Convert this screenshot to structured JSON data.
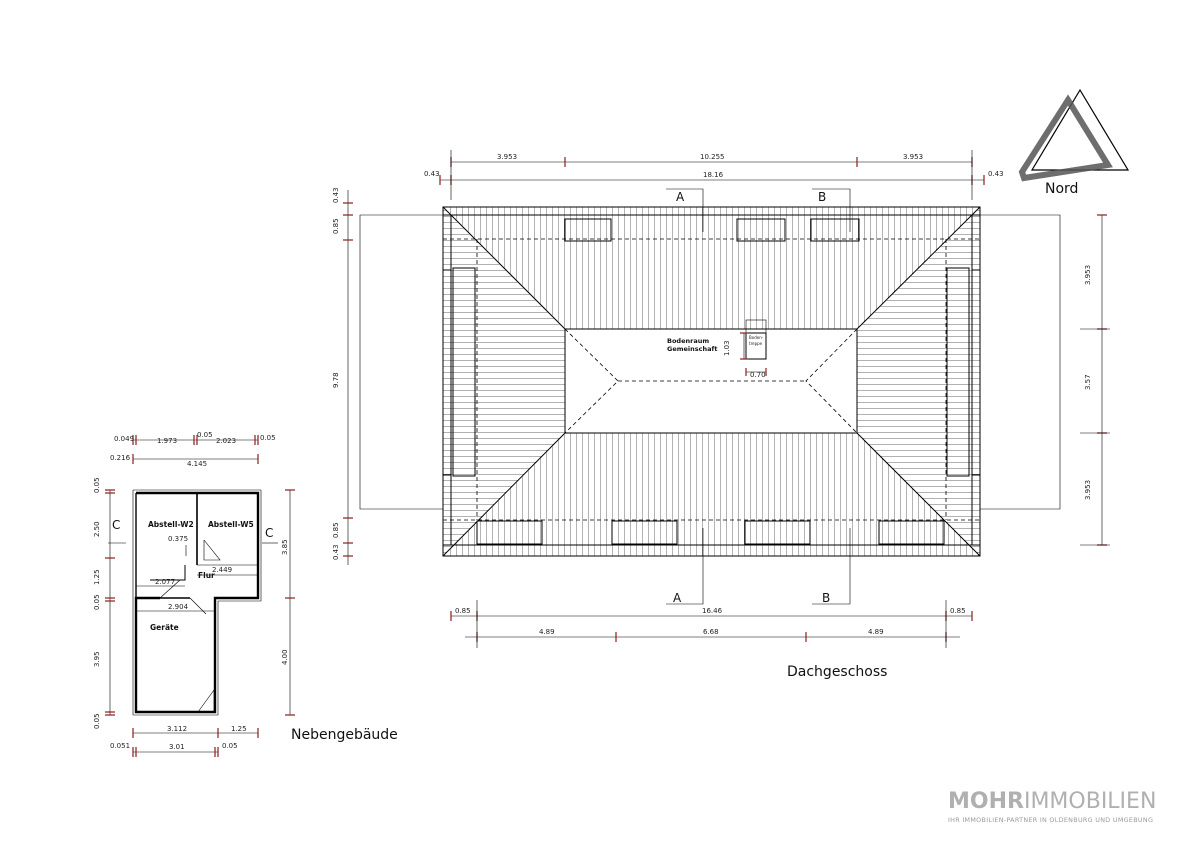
{
  "north": {
    "label": "Nord"
  },
  "main_plan": {
    "title": "Dachgeschoss",
    "room_label_1": "Bodenraum",
    "room_label_2": "Gemeinschaft",
    "stair_label_1": "Boden-",
    "stair_label_2": "treppe",
    "section_a": "A",
    "section_b": "B",
    "dims_top_row1": [
      "3.953",
      "10.255",
      "3.953"
    ],
    "dims_top_row2": [
      "0.43",
      "18.16",
      "0.43"
    ],
    "dims_bottom_row1": [
      "0.85",
      "16.46",
      "0.85"
    ],
    "dims_bottom_row2": [
      "4.89",
      "6.68",
      "4.89"
    ],
    "dims_left": [
      "0.43",
      "0.85",
      "9.78",
      "0.85",
      "0.43"
    ],
    "dims_right": [
      "3.953",
      "3.57",
      "3.953"
    ],
    "dim_stair_h": "1.03",
    "dim_stair_w": "0.70"
  },
  "side_plan": {
    "title": "Nebengebäude",
    "rooms": [
      "Abstell-W2",
      "Abstell-W5",
      "Flur",
      "Geräte"
    ],
    "section_c": "C",
    "dims_top_row1": [
      "0.049",
      "1.973",
      "0.05",
      "2.023",
      "0.05"
    ],
    "dims_top_row2": [
      "0.216",
      "4.145"
    ],
    "dims_inner": [
      "0.375",
      "2.449",
      "2.077",
      "2.904"
    ],
    "dims_left": [
      "0.05",
      "2.50",
      "1.25",
      "0.05",
      "3.95",
      "0.05"
    ],
    "dims_right": [
      "3.85",
      "4.00"
    ],
    "dims_bottom_row1": [
      "3.112",
      "1.25"
    ],
    "dims_bottom_row2": [
      "0.051",
      "3.01",
      "0.05"
    ]
  },
  "logo": {
    "bold": "MOHR",
    "light": "IMMOBILIEN",
    "tagline": "IHR IMMOBILIEN-PARTNER IN OLDENBURG UND UMGEBUNG"
  }
}
